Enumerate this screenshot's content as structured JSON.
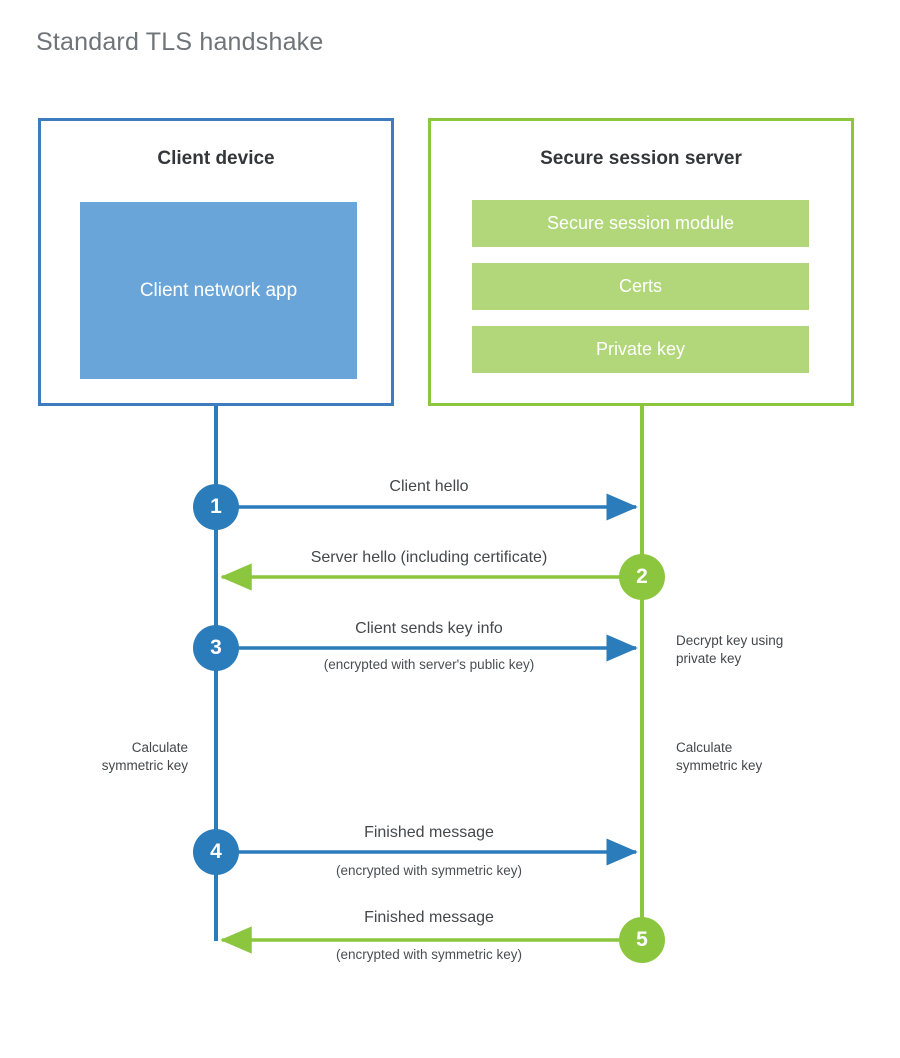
{
  "title": "Standard TLS handshake",
  "colors": {
    "client_border": "#3d7cbf",
    "client_fill": "#6aa5d9",
    "client_accent": "#2b7cba",
    "server_border": "#8cc63f",
    "server_fill": "#b2d77a",
    "server_accent": "#8cc63f",
    "title_text": "#6f7478",
    "body_text": "#44484b",
    "background": "#ffffff"
  },
  "client": {
    "title": "Client device",
    "app_label": "Client network app"
  },
  "server": {
    "title": "Secure session server",
    "components": [
      {
        "label": "Secure session module"
      },
      {
        "label": "Certs"
      },
      {
        "label": "Private key"
      }
    ]
  },
  "steps": [
    {
      "number": "1",
      "label": "Client hello",
      "sublabel": "",
      "direction": "client-to-server",
      "color": "blue"
    },
    {
      "number": "2",
      "label": "Server hello (including certificate)",
      "sublabel": "",
      "direction": "server-to-client",
      "color": "green"
    },
    {
      "number": "3",
      "label": "Client sends key info",
      "sublabel": "(encrypted with server's public key)",
      "direction": "client-to-server",
      "color": "blue"
    },
    {
      "number": "4",
      "label": "Finished message",
      "sublabel": "(encrypted with symmetric key)",
      "direction": "client-to-server",
      "color": "blue"
    },
    {
      "number": "5",
      "label": "Finished message",
      "sublabel": "(encrypted with symmetric key)",
      "direction": "server-to-client",
      "color": "green"
    }
  ],
  "notes": {
    "server_decrypt_line1": "Decrypt key using",
    "server_decrypt_line2": "private key",
    "client_calc_line1": "Calculate",
    "client_calc_line2": "symmetric key",
    "server_calc_line1": "Calculate",
    "server_calc_line2": "symmetric key"
  }
}
